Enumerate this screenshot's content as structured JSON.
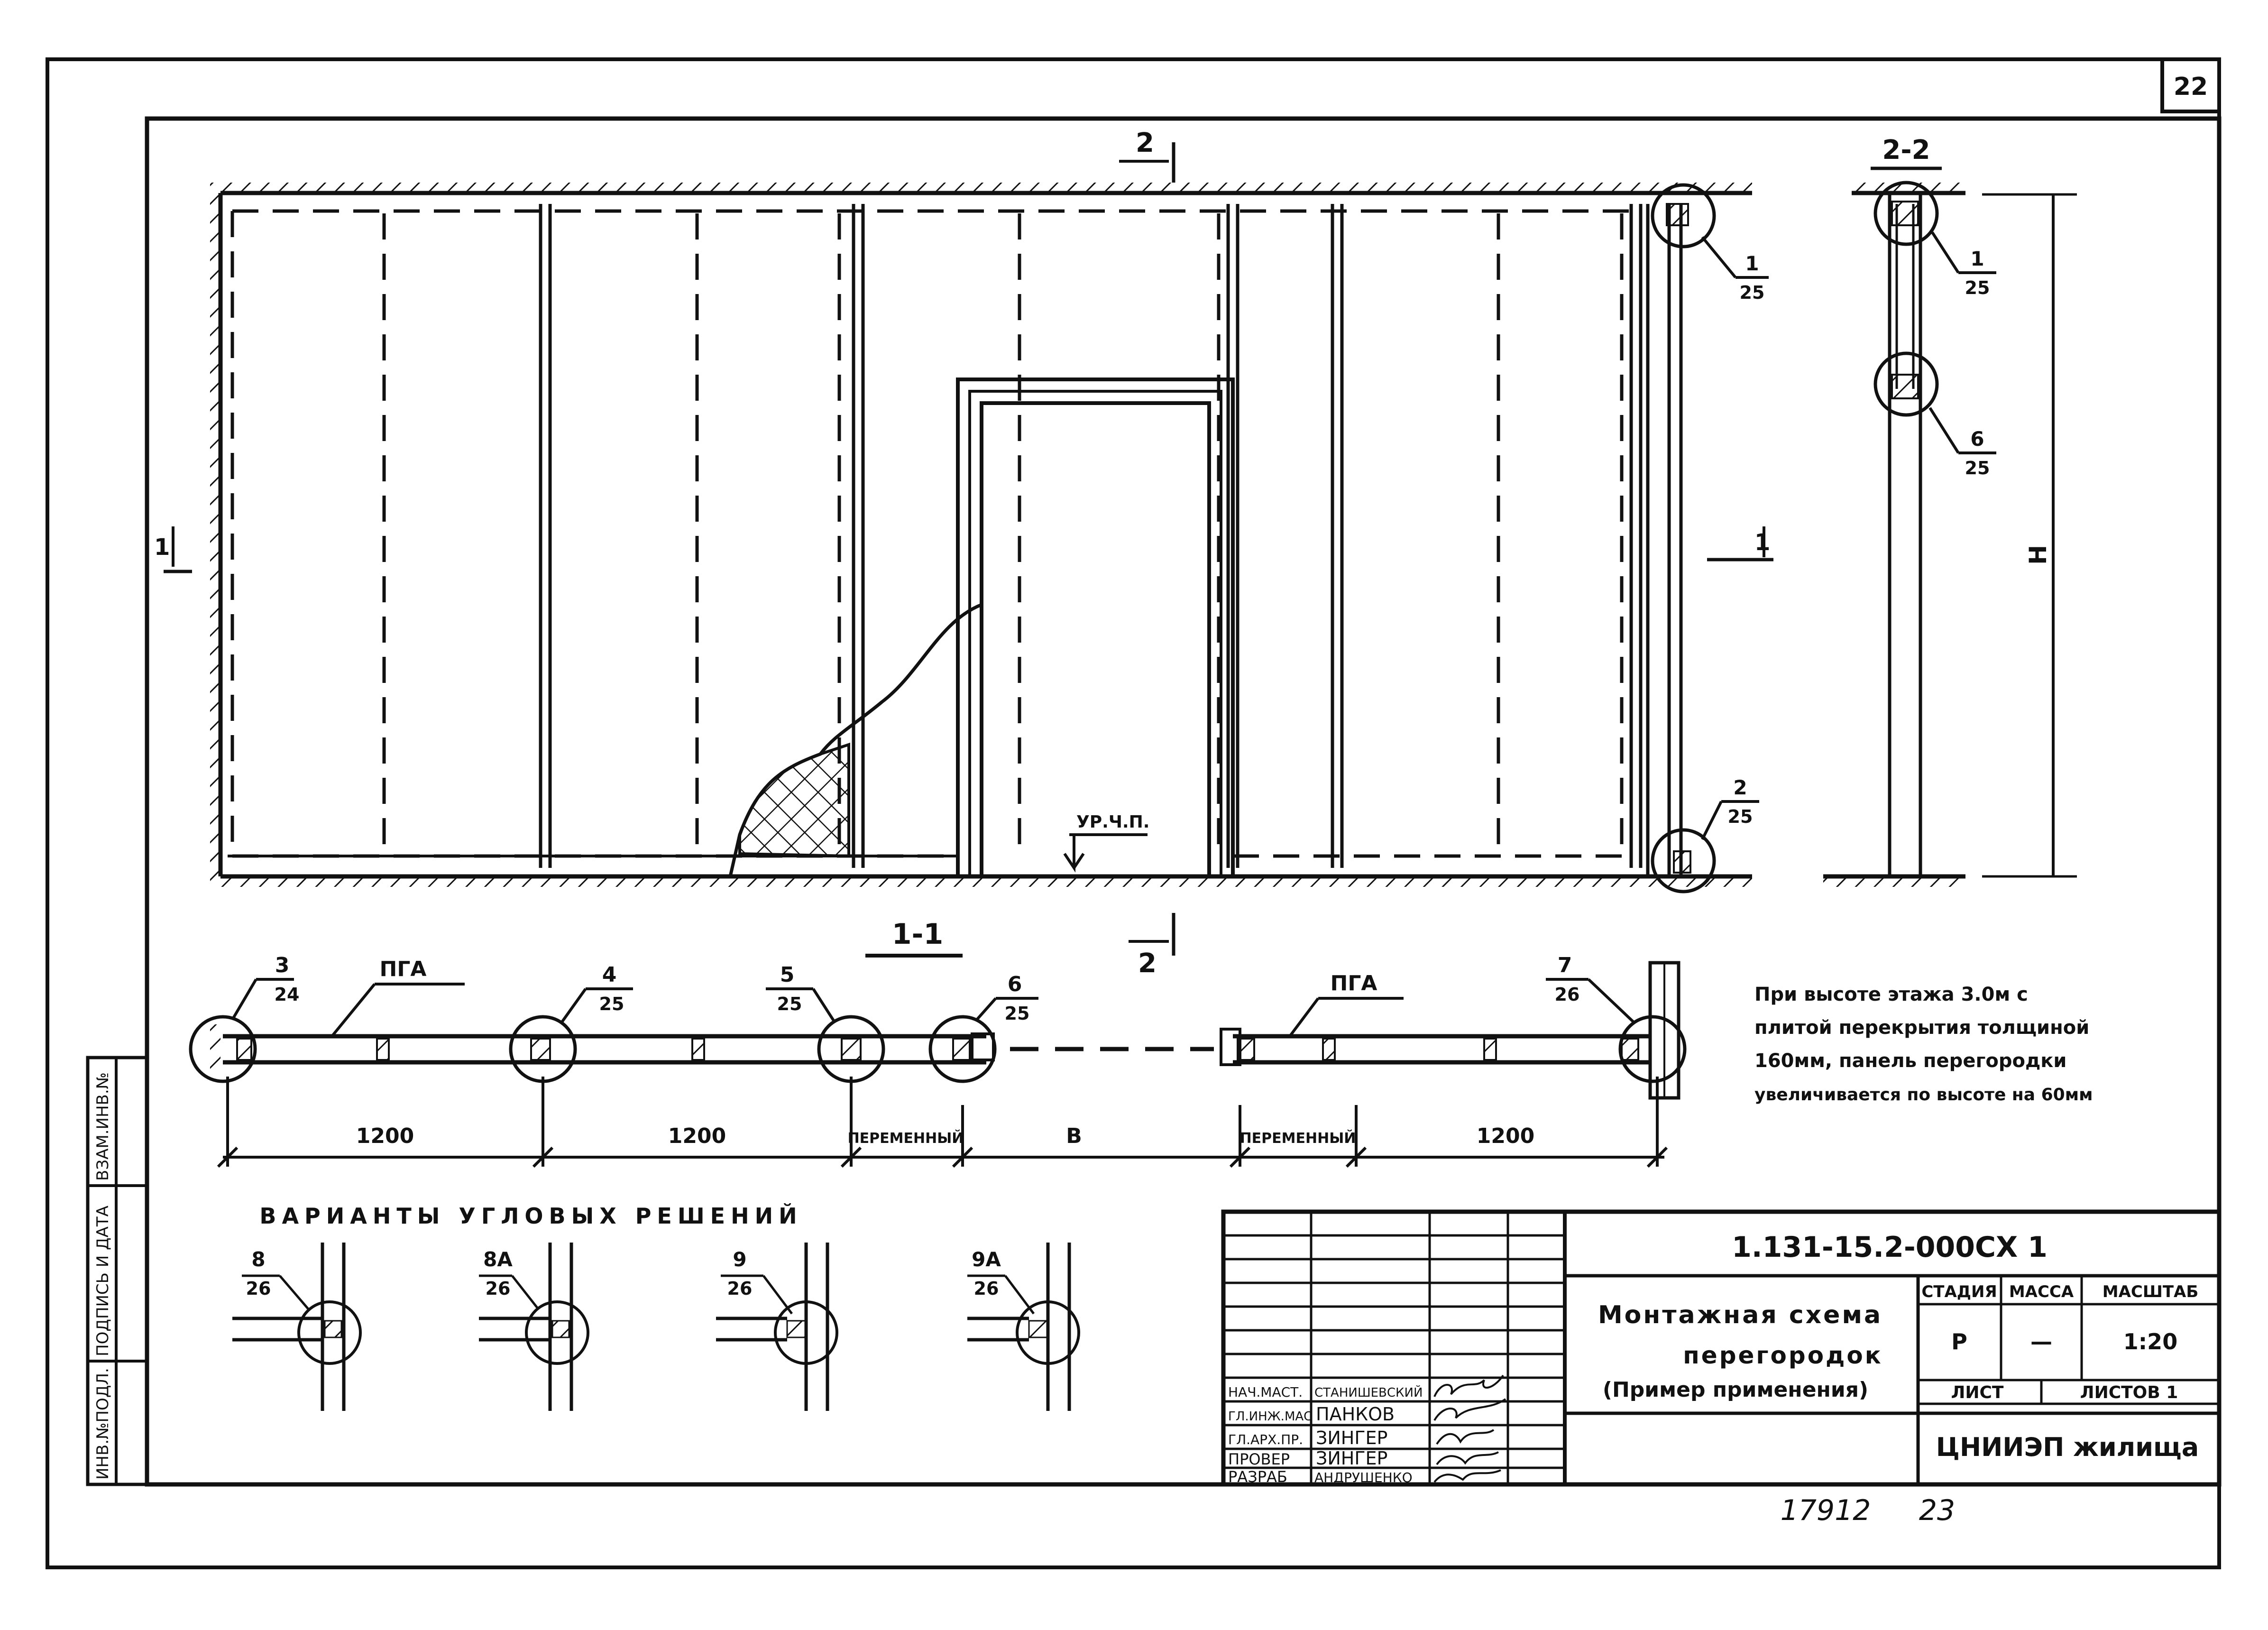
{
  "sheet": {
    "number": "22",
    "footer_left": "17912",
    "footer_right": "23"
  },
  "side_stamp": [
    "ИНВ.№ПОДЛ.",
    "ПОДПИСЬ И ДАТА",
    "ВЗАМ.ИНВ.№"
  ],
  "elevation": {
    "cut_2_top": "2",
    "cut_2_bottom": "2",
    "cut_1_left": "1",
    "cut_1_right": "1",
    "level_mark": "УР.Ч.П.",
    "callout_1": {
      "num": "1",
      "sheet": "25"
    },
    "callout_2": {
      "num": "2",
      "sheet": "25"
    }
  },
  "section_2_2": {
    "title": "2-2",
    "height_label": "Н",
    "callout_1": {
      "num": "1",
      "sheet": "25"
    },
    "callout_6": {
      "num": "6",
      "sheet": "25"
    }
  },
  "section_1_1": {
    "title": "1-1",
    "pga_left": "ПГА",
    "pga_right": "ПГА",
    "callouts": [
      {
        "num": "3",
        "sheet": "24"
      },
      {
        "num": "4",
        "sheet": "25"
      },
      {
        "num": "5",
        "sheet": "25"
      },
      {
        "num": "6",
        "sheet": "25"
      },
      {
        "num": "7",
        "sheet": "26"
      }
    ],
    "dims": [
      "1200",
      "1200",
      "ПЕРЕМЕННЫЙ",
      "В",
      "ПЕРЕМЕННЫЙ",
      "1200"
    ]
  },
  "note": [
    "При высоте этажа 3.0м с",
    "плитой перекрытия толщиной",
    "160мм, панель перегородки",
    "увеличивается по высоте на 60мм"
  ],
  "corner_variants": {
    "title": "ВАРИАНТЫ УГЛОВЫХ РЕШЕНИЙ",
    "items": [
      {
        "num": "8",
        "sheet": "26"
      },
      {
        "num": "8А",
        "sheet": "26"
      },
      {
        "num": "9",
        "sheet": "26"
      },
      {
        "num": "9А",
        "sheet": "26"
      }
    ]
  },
  "title_block": {
    "code": "1.131-15.2-000СХ 1",
    "title_lines": [
      "Монтажная схема",
      "перегородок",
      "(Пример применения)"
    ],
    "headers": {
      "stage": "СТАДИЯ",
      "mass": "МАССА",
      "scale": "МАСШТАБ"
    },
    "values": {
      "stage": "Р",
      "mass": "—",
      "scale": "1:20"
    },
    "sheet_label": "ЛИСТ",
    "sheets_label": "ЛИСТОВ 1",
    "org": "ЦНИИЭП жилища",
    "people": [
      {
        "role": "НАЧ.МАСТ.",
        "name": "СТАНИШЕВСКИЙ"
      },
      {
        "role": "ГЛ.ИНЖ.МАС",
        "name": "ПАНКОВ"
      },
      {
        "role": "ГЛ.АРХ.ПР.",
        "name": "ЗИНГЕР"
      },
      {
        "role": "ПРОВЕР",
        "name": "ЗИНГЕР"
      },
      {
        "role": "РАЗРАБ",
        "name": "АНДРУШЕНКО"
      }
    ]
  }
}
